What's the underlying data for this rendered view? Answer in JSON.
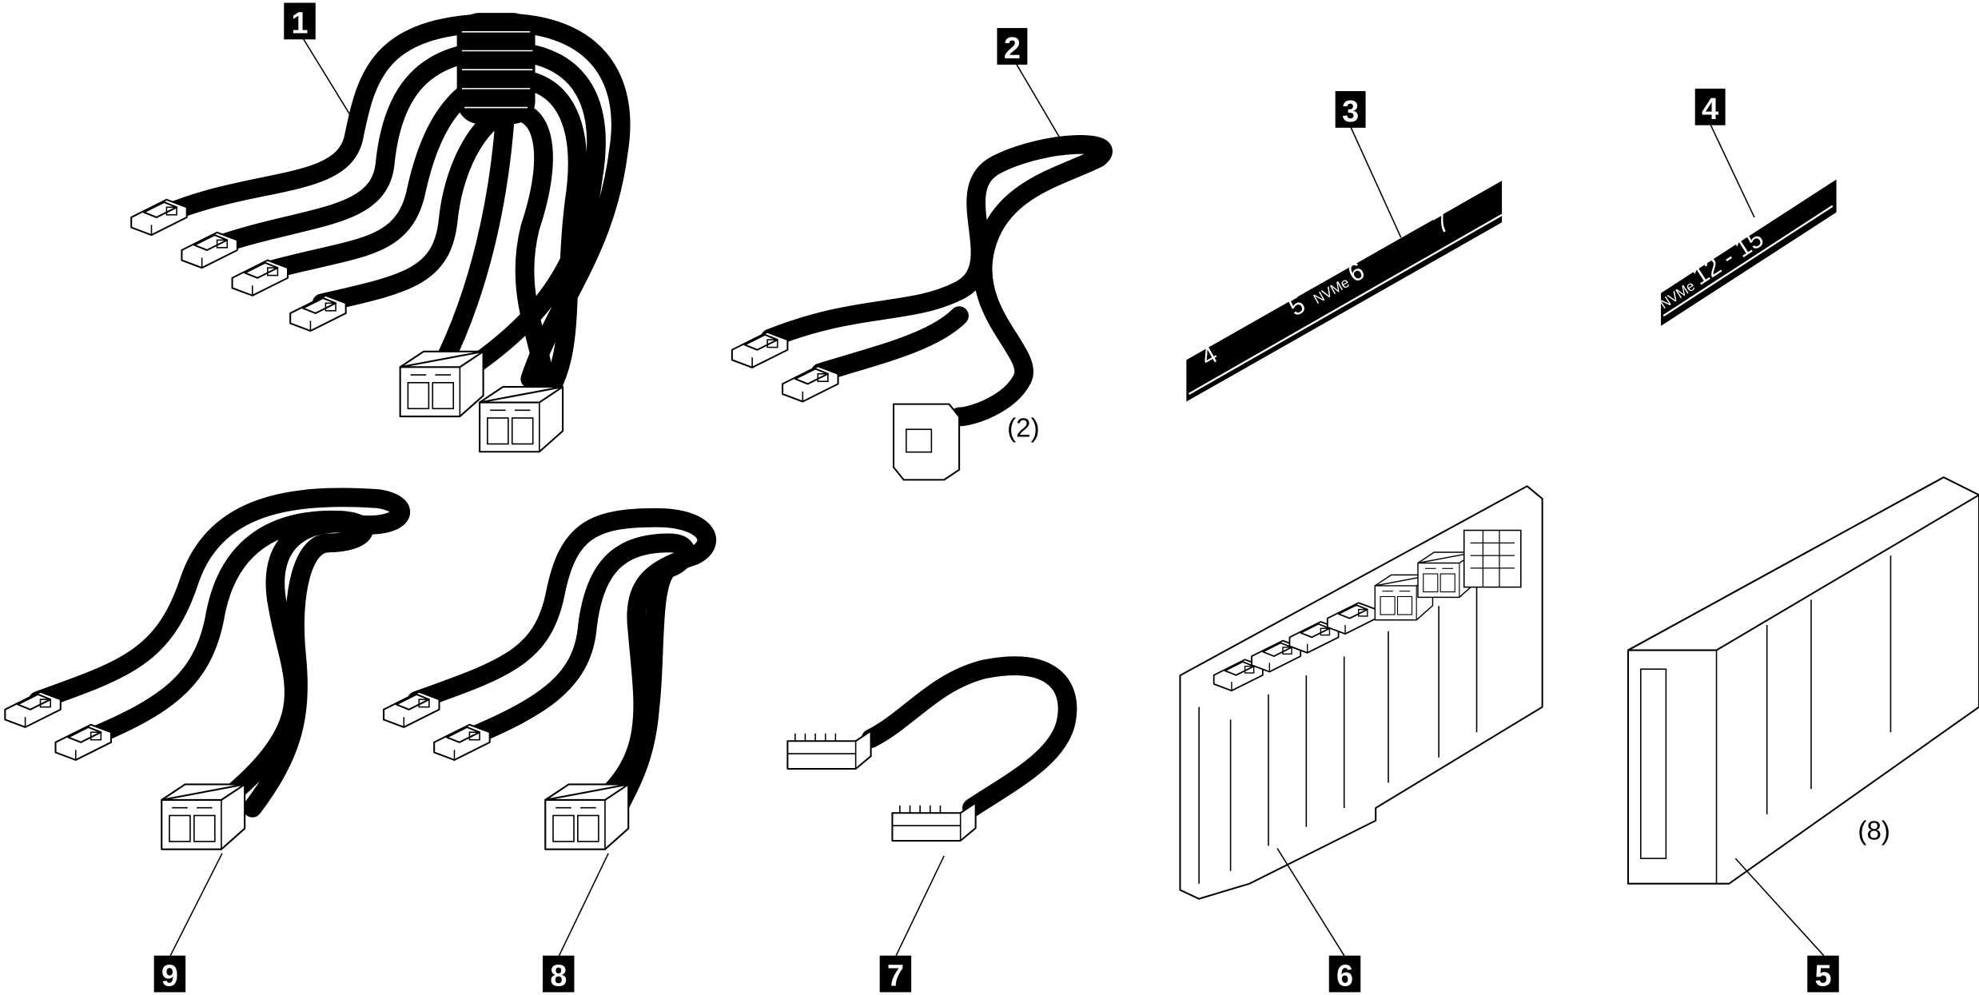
{
  "callouts": [
    "1",
    "2",
    "3",
    "4",
    "5",
    "6",
    "7",
    "8",
    "9"
  ],
  "quantities": {
    "item2": "(2)",
    "item5": "(8)"
  },
  "label3": {
    "numbers": [
      "4",
      "5",
      "6",
      "7"
    ],
    "tag": "NVMe"
  },
  "label4": {
    "tag": "NVMe",
    "range": "12 - 15"
  },
  "colors": {
    "ink": "#000000",
    "paper": "#ffffff"
  }
}
